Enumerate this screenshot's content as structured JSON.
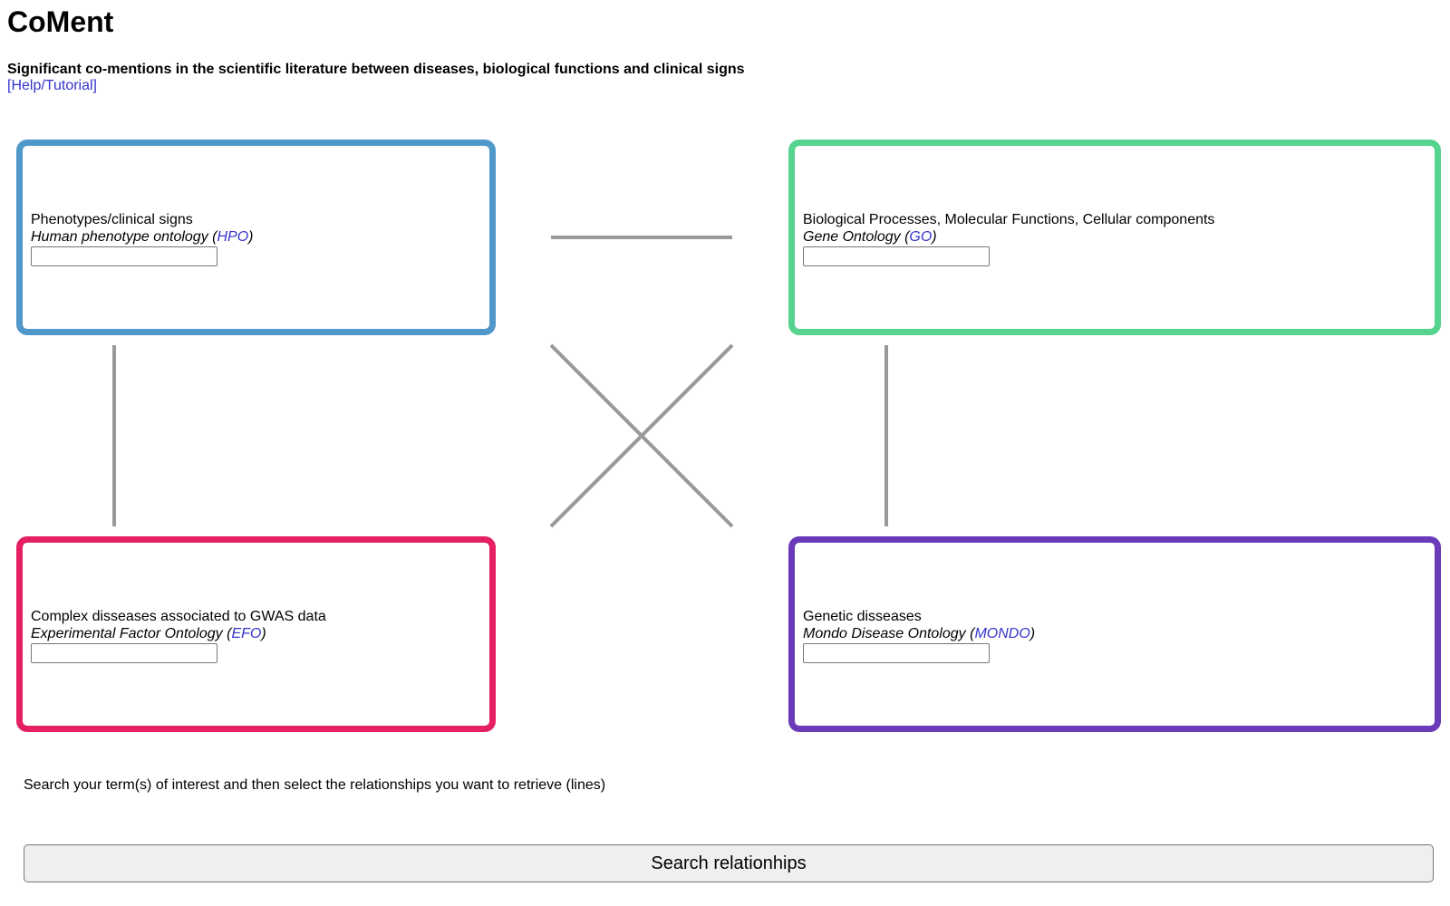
{
  "header": {
    "title": "CoMent",
    "subtitle": "Significant co-mentions in the scientific literature between diseases, biological functions and clinical signs",
    "help_link": "[Help/Tutorial]"
  },
  "boxes": {
    "hpo": {
      "label": "Phenotypes/clinical signs",
      "ontology_name": "Human phenotype ontology",
      "ontology_abbr": "HPO",
      "input_value": "",
      "color": "#4f98c9"
    },
    "go": {
      "label": "Biological Processes, Molecular Functions, Cellular components",
      "ontology_name": "Gene Ontology",
      "ontology_abbr": "GO",
      "input_value": "",
      "color": "#55d38f"
    },
    "efo": {
      "label": "Complex disseases associated to GWAS data",
      "ontology_name": "Experimental Factor Ontology",
      "ontology_abbr": "EFO",
      "input_value": "",
      "color": "#e52162"
    },
    "mondo": {
      "label": "Genetic disseases",
      "ontology_name": "Mondo Disease Ontology",
      "ontology_abbr": "MONDO",
      "input_value": "",
      "color": "#6a3ab9"
    }
  },
  "relationship_lines": {
    "color": "#999999",
    "items": [
      "hpo-go",
      "hpo-efo",
      "go-mondo",
      "hpo-mondo",
      "go-efo"
    ]
  },
  "footer": {
    "instruction": "Search your term(s) of interest and then select the relationships you want to retrieve (lines)",
    "search_button": "Search relationhips"
  }
}
